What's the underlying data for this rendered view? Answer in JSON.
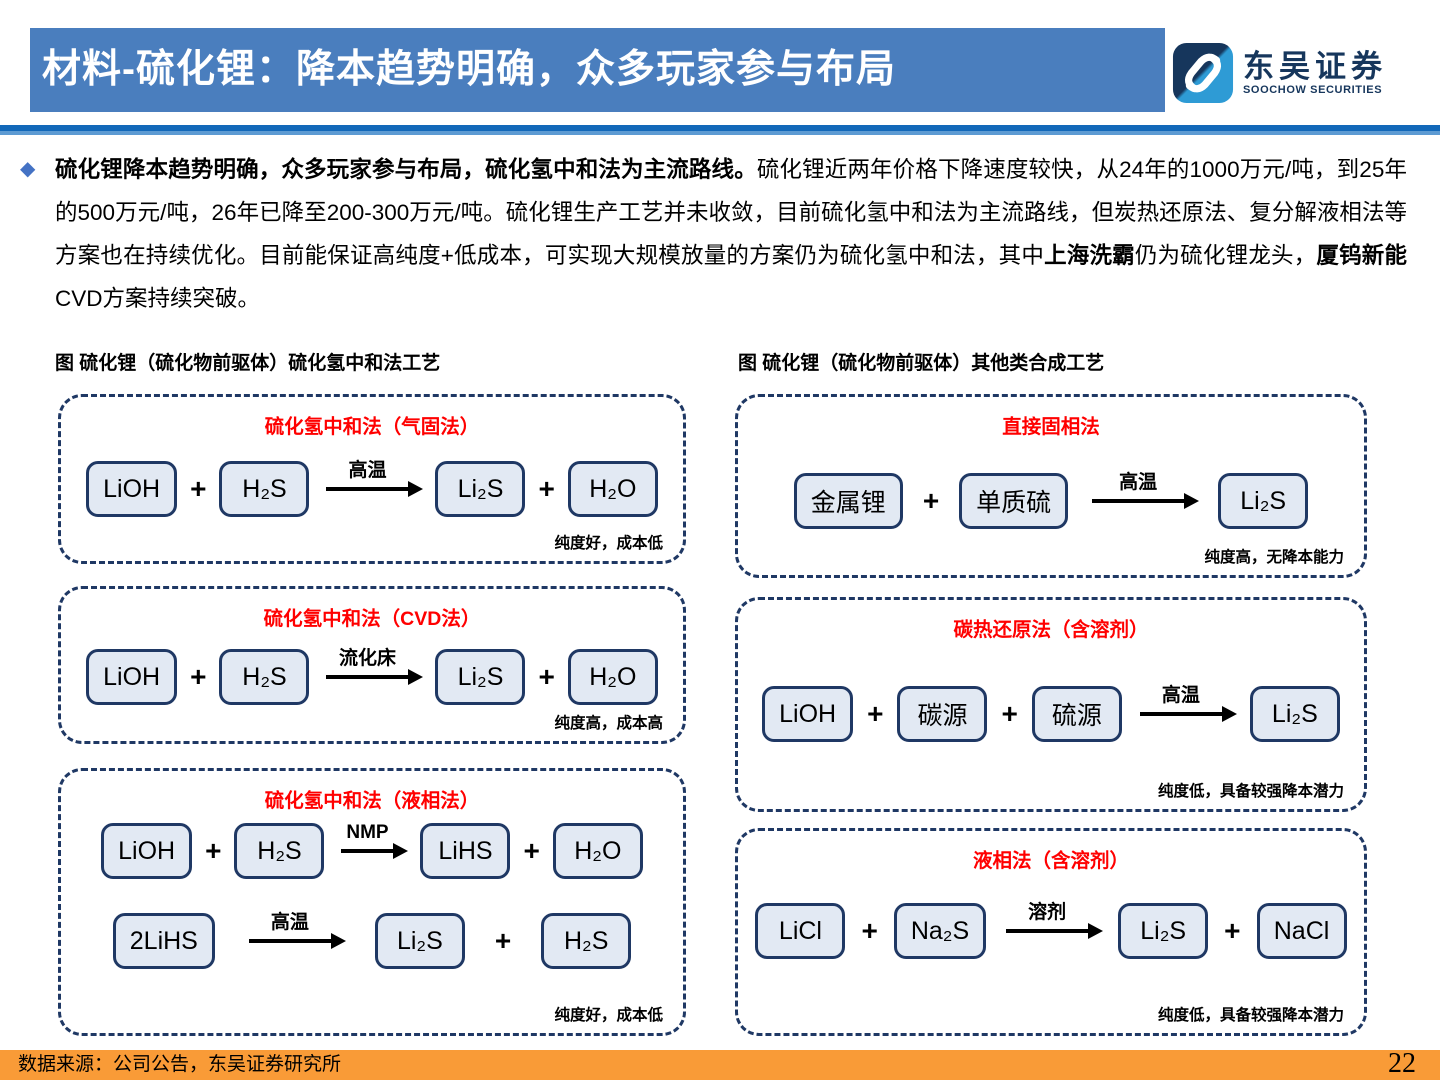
{
  "header": {
    "title": "材料-硫化锂：降本趋势明确，众多玩家参与布局",
    "logo": {
      "cn": "东吴证券",
      "en": "SOOCHOW SECURITIES"
    }
  },
  "paragraph": {
    "bullet": "◆",
    "segments": [
      {
        "text": "硫化锂降本趋势明确，众多玩家参与布局，硫化氢中和法为主流路线。",
        "bold": true
      },
      {
        "text": "硫化锂近两年价格下降速度较快，从24年的1000万元/吨，到25年的500万元/吨，26年已降至200-300万元/吨。硫化锂生产工艺并未收敛，目前硫化氢中和法为主流路线，但炭热还原法、复分解液相法等方案也在持续优化。目前能保证高纯度+低成本，可实现大规模放量的方案仍为硫化氢中和法，其中",
        "bold": false
      },
      {
        "text": "上海洗霸",
        "bold": true
      },
      {
        "text": "仍为硫化锂龙头，",
        "bold": false
      },
      {
        "text": "厦钨新能",
        "bold": true
      },
      {
        "text": "CVD方案持续突破。",
        "bold": false
      }
    ]
  },
  "figures": {
    "left_caption": "图 硫化锂（硫化物前驱体）硫化氢中和法工艺",
    "right_caption": "图 硫化锂（硫化物前驱体）其他类合成工艺",
    "symbols": {
      "plus": "+"
    },
    "panels": {
      "gas_solid": {
        "title": "硫化氢中和法（气固法）",
        "arrow": "高温",
        "boxes": [
          "LiOH",
          "H₂S",
          "Li₂S",
          "H₂O"
        ],
        "note": "纯度好，成本低"
      },
      "cvd": {
        "title": "硫化氢中和法（CVD法）",
        "arrow": "流化床",
        "boxes": [
          "LiOH",
          "H₂S",
          "Li₂S",
          "H₂O"
        ],
        "note": "纯度高，成本高"
      },
      "liquid": {
        "title": "硫化氢中和法（液相法）",
        "note": "纯度好，成本低",
        "row1": {
          "arrow": "NMP",
          "boxes": [
            "LiOH",
            "H₂S",
            "LiHS",
            "H₂O"
          ]
        },
        "row2": {
          "arrow": "高温",
          "boxes": [
            "2LiHS",
            "Li₂S",
            "H₂S"
          ]
        }
      },
      "direct_solid": {
        "title": "直接固相法",
        "arrow": "高温",
        "boxes": [
          "金属锂",
          "单质硫",
          "Li₂S"
        ],
        "note": "纯度高，无降本能力"
      },
      "carbothermal": {
        "title": "碳热还原法（含溶剂）",
        "arrow": "高温",
        "boxes": [
          "LiOH",
          "碳源",
          "硫源",
          "Li₂S"
        ],
        "note": "纯度低，具备较强降本潜力"
      },
      "liquid_solvent": {
        "title": "液相法（含溶剂）",
        "arrow": "溶剂",
        "boxes": [
          "LiCl",
          "Na₂S",
          "Li₂S",
          "NaCl"
        ],
        "note": "纯度低，具备较强降本潜力"
      }
    }
  },
  "footer": {
    "source": "数据来源：公司公告，东吴证券研究所",
    "page": "22"
  },
  "colors": {
    "header_blue": "#4A7EBE",
    "divider_blue": "#1268B9",
    "panel_border_navy": "#1F3864",
    "box_fill": "#E2E9F3",
    "method_title_red": "#FF0000",
    "footer_orange": "#F99B37",
    "bullet_blue": "#4472C4",
    "logo_navy": "#16365C",
    "logo_light_blue": "#2E9BD5"
  }
}
